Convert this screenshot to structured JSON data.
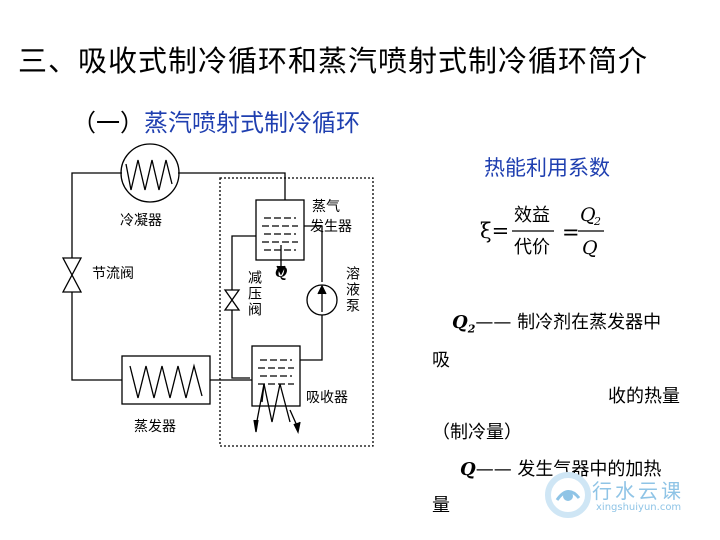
{
  "title": "三、吸收式制冷循环和蒸汽喷射式制冷循环简介",
  "subtitle": {
    "prefix": "（一）",
    "main": "蒸汽喷射式制冷循环"
  },
  "right": {
    "heading": "热能利用系数",
    "formula": {
      "xi": "ξ=",
      "num_text": "效益",
      "den_text": "代价",
      "eq": "=",
      "num_sym": "Q",
      "num_sub": "2",
      "den_sym": "Q"
    },
    "q2": {
      "sym": "Q",
      "sub": "2",
      "dash": "——",
      "line1": " 制冷剂在蒸发器中",
      "line2": "吸",
      "line3": "收的热量",
      "line4": "（制冷量）"
    },
    "q": {
      "sym": "Q",
      "dash": "——",
      "line1": " 发生气器中的加热",
      "line2": "量"
    }
  },
  "diagram": {
    "condenser": "冷凝器",
    "throttle": "节流阀",
    "evaporator": "蒸发器",
    "generator_1": "蒸气",
    "generator_2": "发生器",
    "pump": "溶液泵",
    "reducer": "减压阀",
    "absorber": "吸收器",
    "heat": "Q"
  },
  "logo": {
    "name": "行水云课",
    "url": "xingshuiyun.com"
  },
  "colors": {
    "accent": "#1f3fb0",
    "logo": "#8fc4e6"
  }
}
